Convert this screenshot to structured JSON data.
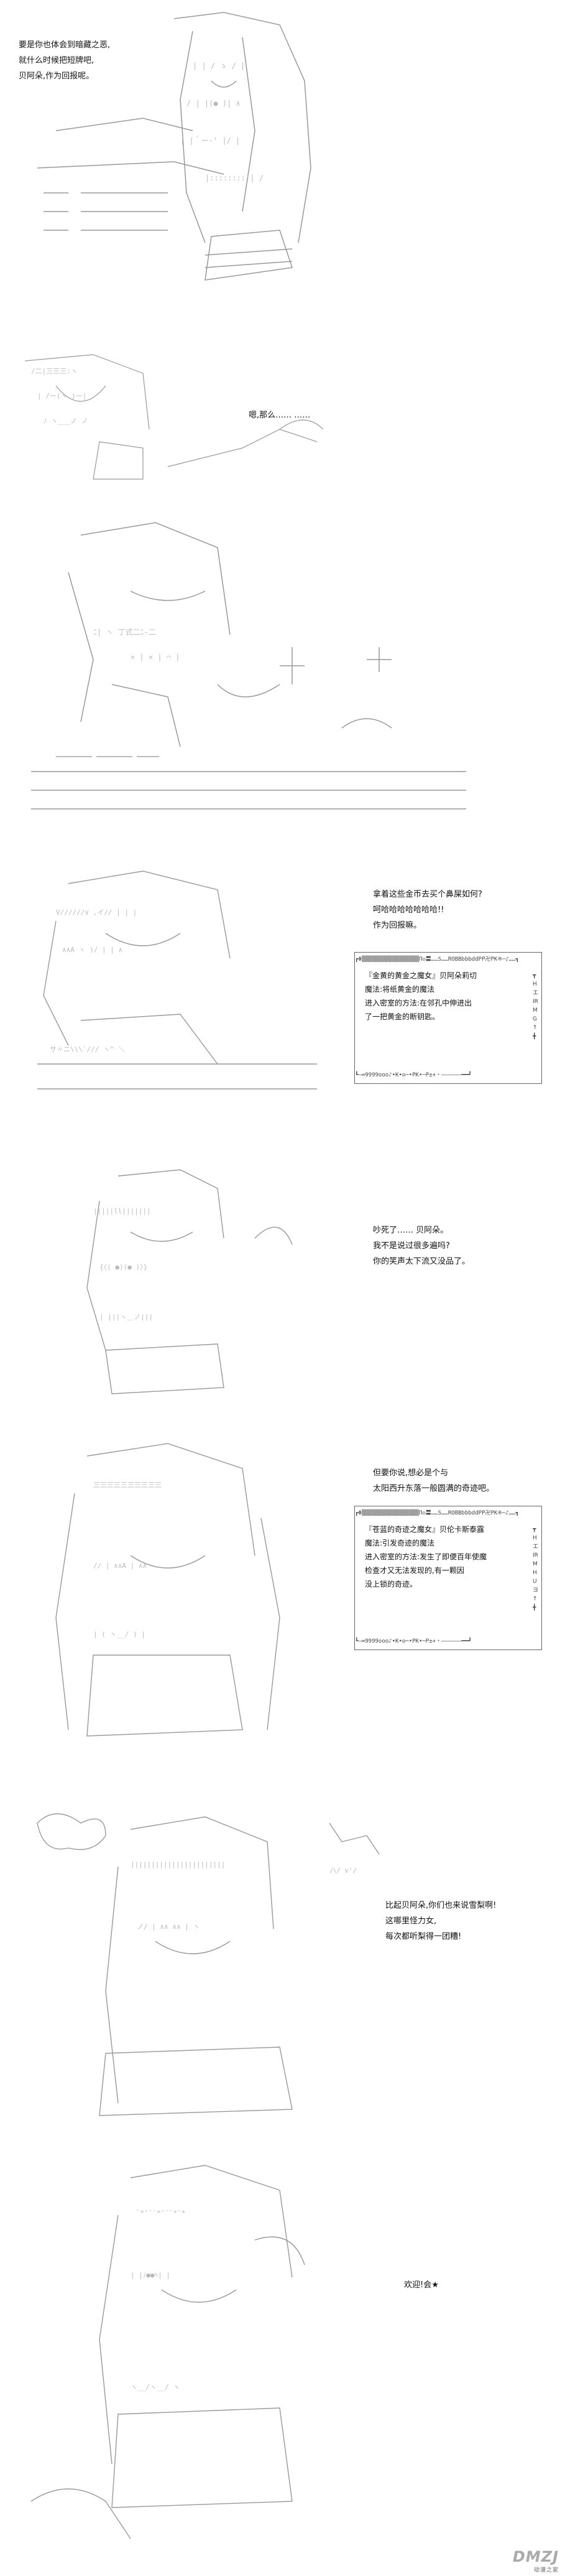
{
  "panels": [
    {
      "lines": [
        "要是你也体会到暗藏之恶,",
        "就什么时候把短牌吧,",
        "贝阿朵,作为回报呢。"
      ],
      "side_text": "嗯,那么…… ……"
    },
    {
      "lines": [
        "拿着这些金币去买个鼻屎如何?",
        "呵哈哈哈哈哈哈哈!!",
        "作为回报嘛。"
      ],
      "card": {
        "top_edge": "┏Φ▒▒▒▒▒▒▒▒▒▒▒▒▒▒▒▒▒Π◇〓……S……ROBBbbbddPP卍PK※─♪……┓",
        "title": "『金黄的黄金之魔女』贝阿朵莉切",
        "magic_label": "魔法:将纸黄金的魔法",
        "method_lines": [
          "进入密室的方法:在邻孔中伸进出",
          "了一把黄金的断钥匙。"
        ],
        "bottom_edge": "┗―∞9999ooo♪•K•◎─•PK•─P±+・――――――━━┛",
        "side": "┳HエIRMG↑╋"
      }
    },
    {
      "lines": [
        "吵死了…… 贝阿朵。",
        "我不是说过很多遍吗?",
        "你的笑声太下流又没品了。"
      ]
    },
    {
      "lines": [
        "但要你说,想必是个与",
        "太阳西升东落一般圆满的奇迹吧。"
      ],
      "card": {
        "top_edge": "┏Φ▒▒▒▒▒▒▒▒▒▒▒▒▒▒▒▒▒Π◇〓……S……ROBBbbbddPP卍PK※─♪……┓",
        "title": "『苍蓝的奇迹之魔女』贝伦卡斯泰露",
        "magic_label": "魔法:引发奇迹的魔法",
        "method_lines": [
          "进入密室的方法:发生了即便百年使魔",
          "检查才又无法发现的,有一颗因",
          "没上锁的奇迹。"
        ],
        "bottom_edge": "┗―∞9999ooo♪•K•◎─•PK•─P±+・――――――━━┛",
        "side": "┳HエIRMHUヨ↑╋"
      }
    },
    {
      "lines": [
        "比起贝阿朵,你们也来说雪梨啊!",
        "这哪里怪力女,",
        "每次都听梨得一团糟!"
      ]
    },
    {
      "lines": [
        "欢迎!会★"
      ]
    }
  ],
  "watermark": {
    "brand": "DMZJ",
    "sub": "动漫之家"
  }
}
